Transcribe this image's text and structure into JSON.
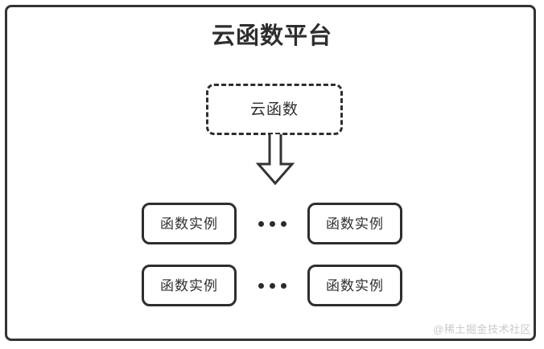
{
  "diagram": {
    "title": "云函数平台",
    "platform": {
      "name": "platform-container",
      "border_color": "#333333",
      "background": "#ffffff"
    },
    "function_box": {
      "label": "云函数",
      "border_style": "dashed",
      "border_color": "#2e2e2e"
    },
    "arrow": {
      "icon": "down-arrow-icon",
      "direction": "down",
      "style": "hollow-block",
      "stroke_color": "#333333"
    },
    "instance_rows": [
      {
        "left": {
          "label": "函数实例"
        },
        "ellipsis": "•••",
        "right": {
          "label": "函数实例"
        }
      },
      {
        "left": {
          "label": "函数实例"
        },
        "ellipsis": "•••",
        "right": {
          "label": "函数实例"
        }
      }
    ],
    "watermark": "@稀土掘金技术社区",
    "colors": {
      "stroke": "#2e2e2e",
      "frame": "#333333",
      "text": "#2e2e2e",
      "watermark": "#c9c9c9",
      "background": "#ffffff"
    }
  }
}
